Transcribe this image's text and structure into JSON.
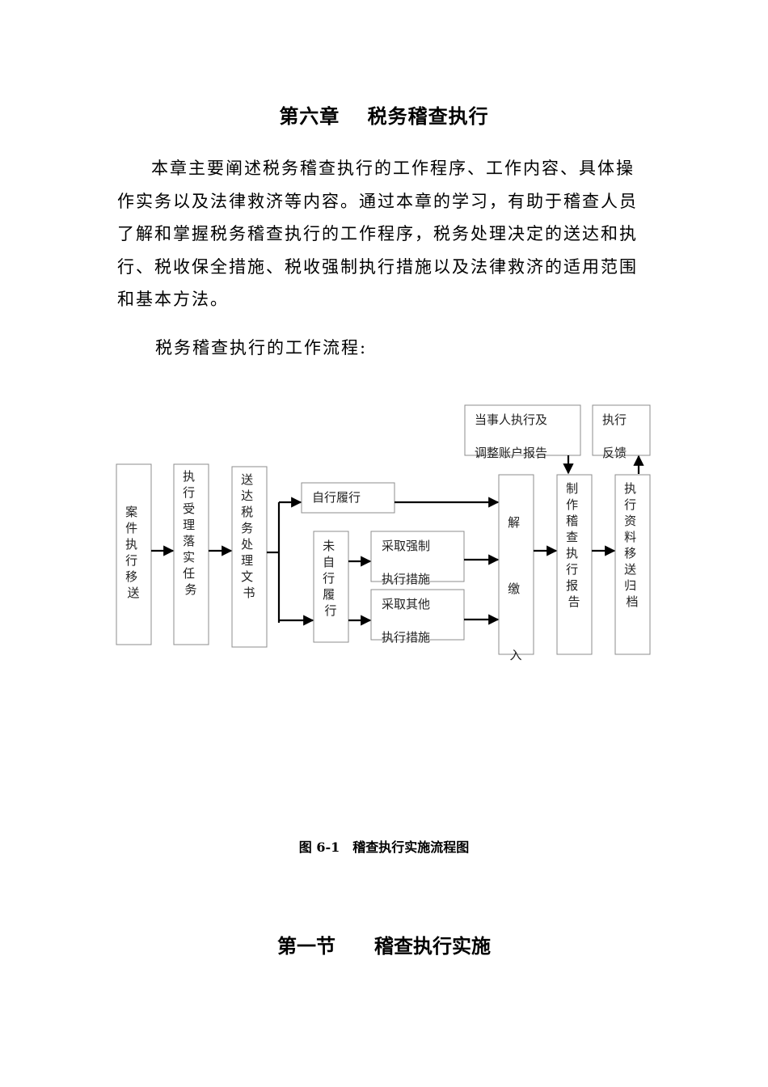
{
  "chapter_title": "第六章　 税务稽查执行",
  "intro": "本章主要阐述税务稽查执行的工作程序、工作内容、具体操作实务以及法律救济等内容。通过本章的学习，有助于稽查人员了解和掌握税务稽查执行的工作程序，税务处理决定的送达和执行、税收保全措施、税收强制执行措施以及法律救济的适用范围和基本方法。",
  "flow_intro": "税务稽查执行的工作流程:",
  "flowchart": {
    "case_transfer": [
      "案",
      "件",
      "执",
      "行",
      "移",
      "送"
    ],
    "accept_task": [
      "执",
      "行",
      "受",
      "理",
      "落",
      "实",
      "任",
      "务"
    ],
    "deliver_doc": [
      "送",
      "达",
      "税",
      "务",
      "处",
      "理",
      "文",
      "书"
    ],
    "self_perform": "自行履行",
    "not_self_perform": [
      "未",
      "自",
      "行",
      "履",
      "行"
    ],
    "compulsory_line1": "采取强制",
    "compulsory_line2": "执行措施",
    "other_line1": "采取其他",
    "other_line2": "执行措施",
    "payment": [
      "解",
      "缴",
      "入"
    ],
    "party_report_line1": "当事人执行及",
    "party_report_line2": "调整账户报告",
    "make_report": [
      "制",
      "作",
      "稽",
      "查",
      "执",
      "行",
      "报",
      "告"
    ],
    "feedback_line1": "执行",
    "feedback_line2": "反馈",
    "archive": [
      "执",
      "行",
      "资",
      "料",
      "移",
      "送",
      "归",
      "档"
    ]
  },
  "figure_caption": "图 6-1　稽查执行实施流程图",
  "section_title": "第一节　　稽查执行实施"
}
